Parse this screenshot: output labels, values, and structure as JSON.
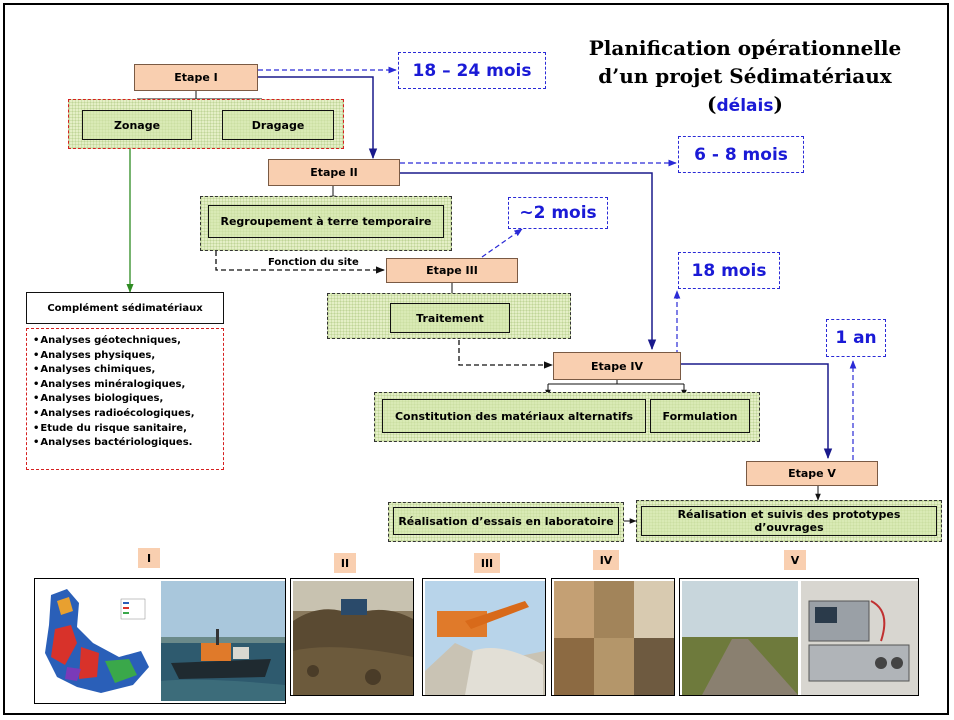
{
  "title": {
    "line1": "Planification opérationnelle",
    "line2": "d’un projet Sédimatériaux",
    "paren_open": "(",
    "paren_word": "délais",
    "paren_close": ")"
  },
  "stages": {
    "e1": "Etape I",
    "e2": "Etape II",
    "e3": "Etape III",
    "e4": "Etape IV",
    "e5": "Etape V"
  },
  "tasks": {
    "zonage": "Zonage",
    "dragage": "Dragage",
    "regroupement": "Regroupement à terre temporaire",
    "traitement": "Traitement",
    "constitution": "Constitution des matériaux alternatifs",
    "formulation": "Formulation",
    "essais": "Réalisation d’essais en laboratoire",
    "prototypes": "Réalisation et suivis des prototypes d’ouvrages"
  },
  "delays": {
    "d1": "18 – 24 mois",
    "d2": "6 - 8 mois",
    "d3": "~2 mois",
    "d4": "18 mois",
    "d5": "1 an"
  },
  "fonction_label": "Fonction du site",
  "complement": {
    "title": "Complément sédimatériaux",
    "items": [
      "Analyses géotechniques,",
      "Analyses physiques,",
      "Analyses chimiques,",
      "Analyses minéralogiques,",
      "Analyses biologiques,",
      "Analyses radioécologiques,",
      "Etude du risque sanitaire,",
      "Analyses bactériologiques."
    ]
  },
  "photo_labels": {
    "i": "I",
    "ii": "II",
    "iii": "III",
    "iv": "IV",
    "v": "V"
  },
  "colors": {
    "stage_fill": "#f9cfb0",
    "delay_blue": "#1a1ad6",
    "arrow_navy": "#1a1a8c",
    "arrow_green": "#2e8b22",
    "red_dash": "#d62020"
  }
}
